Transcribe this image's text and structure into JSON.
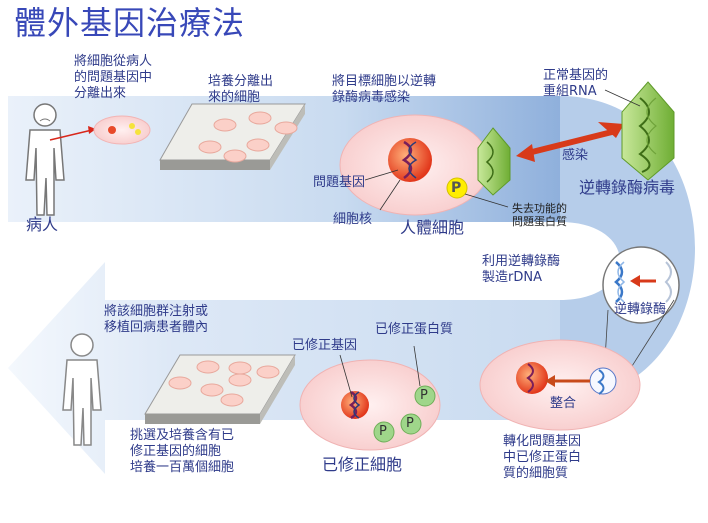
{
  "title": "體外基因治療法",
  "labels": {
    "separate": "將細胞從病人\n的問題基因中\n分離出來",
    "culture_separated": "培養分離出\n來的細胞",
    "infect_target": "將目標細胞以逆轉\n錄酶病毒感染",
    "normal_gene": "正常基因的\n重組RNA",
    "infection": "感染",
    "retrovirus": "逆轉錄酶病毒",
    "patient": "病人",
    "problem_gene": "問題基因",
    "nucleus": "細胞核",
    "human_cell": "人體細胞",
    "lost_protein": "失去功能的\n問題蛋白質",
    "make_rdna": "利用逆轉錄酶\n製造rDNA",
    "reverse_transcriptase": "逆轉錄酶",
    "inject": "將該細胞群注射或\n移植回病患者體內",
    "corrected_gene": "已修正基因",
    "corrected_protein": "已修正蛋白質",
    "integrate": "整合",
    "select_culture": "挑選及培養含有已\n修正基因的細胞\n培養一百萬個細胞",
    "corrected_cell": "已修正細胞",
    "transform": "轉化問題基因\n中已修正蛋白\n質的細胞質"
  },
  "protein_letter": "P",
  "colors": {
    "title": "#3848b8",
    "label": "#2f3b8a",
    "band_light": "#dde8f6",
    "band_dark": "#9fbbe0",
    "cell_fill": "#fbd9d9",
    "cell_edge": "#f2b4b4",
    "dish": "#e9ece8",
    "virus_green": "#8cc84a",
    "protein_yellow": "#ffee00",
    "protein_green": "#9fd68a",
    "arrow_red": "#d83a1a"
  }
}
